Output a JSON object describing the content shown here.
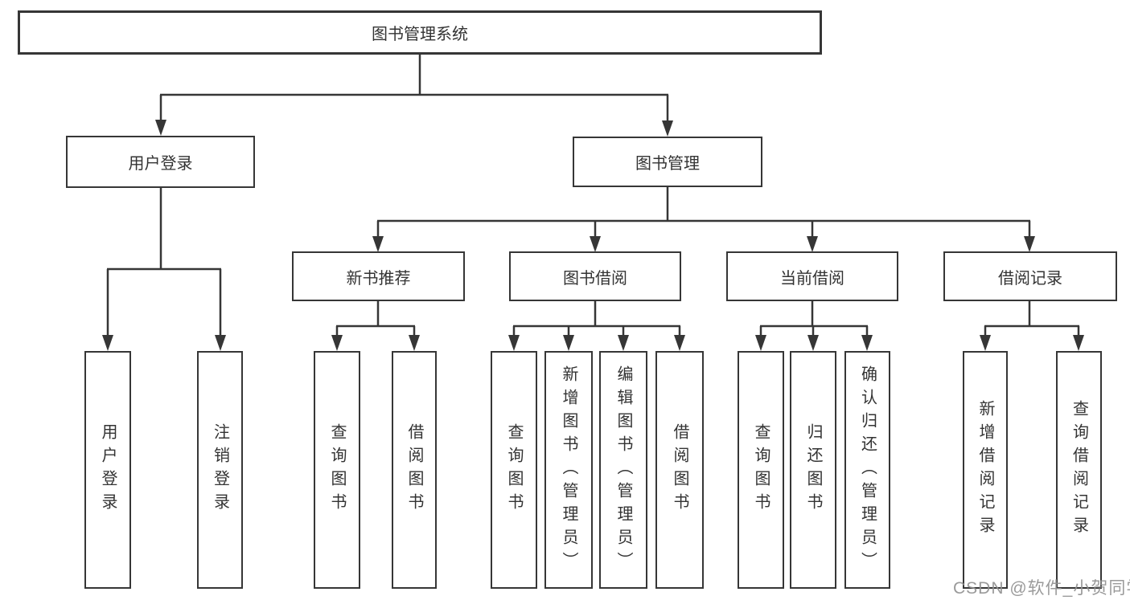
{
  "diagram": {
    "title": "图书管理系统",
    "level2": [
      {
        "label": "用户登录",
        "children": [
          {
            "label": "用户登录"
          },
          {
            "label": "注销登录"
          }
        ]
      },
      {
        "label": "图书管理",
        "children": [
          {
            "label": "新书推荐",
            "children": [
              {
                "label": "查询图书"
              },
              {
                "label": "借阅图书"
              }
            ]
          },
          {
            "label": "图书借阅",
            "children": [
              {
                "label": "查询图书"
              },
              {
                "label": "新增图书（管理员）"
              },
              {
                "label": "编辑图书（管理员）"
              },
              {
                "label": "借阅图书"
              }
            ]
          },
          {
            "label": "当前借阅",
            "children": [
              {
                "label": "查询图书"
              },
              {
                "label": "归还图书"
              },
              {
                "label": "确认归还（管理员）"
              }
            ]
          },
          {
            "label": "借阅记录",
            "children": [
              {
                "label": "新增借阅记录"
              },
              {
                "label": "查询借阅记录"
              }
            ]
          }
        ]
      }
    ],
    "watermark": "CSDN @软件_小贺同学",
    "colors": {
      "line": "#363636",
      "text": "#333333",
      "background": "#ffffff",
      "watermark": "#919191"
    }
  }
}
